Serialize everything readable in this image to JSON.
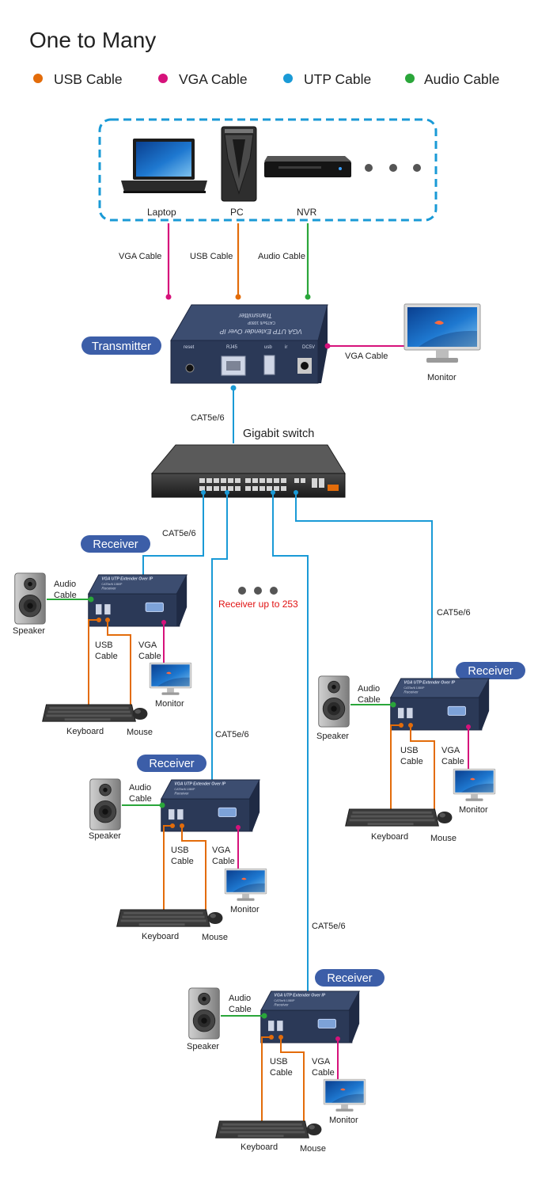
{
  "title": "One to Many",
  "colors": {
    "usb": "#e36c0a",
    "vga": "#d6127b",
    "utp": "#1a9ad6",
    "audio": "#2aa63a",
    "badge": "#3c5ea8",
    "device": "#2d3a55",
    "red_note": "#e01010"
  },
  "legend": [
    {
      "label": "USB Cable",
      "color": "#e36c0a"
    },
    {
      "label": "VGA Cable",
      "color": "#d6127b"
    },
    {
      "label": "UTP Cable",
      "color": "#1a9ad6"
    },
    {
      "label": "Audio Cable",
      "color": "#2aa63a"
    }
  ],
  "sources": {
    "laptop": "Laptop",
    "pc": "PC",
    "nvr": "NVR"
  },
  "source_cables": {
    "vga": "VGA Cable",
    "usb": "USB Cable",
    "audio": "Audio Cable"
  },
  "transmitter": {
    "badge": "Transmitter",
    "title": "VGA UTP Extender Over IP",
    "subtitle": "Transmitter",
    "model": "CAT5e/6 1080P",
    "ports": {
      "reset": "reset",
      "rj45": "RJ45",
      "usb": "usb",
      "ir": "ir",
      "dc": "DC5V"
    },
    "monitor_cable": "VGA Cable",
    "monitor": "Monitor"
  },
  "switch": {
    "label": "Gigabit switch",
    "uplink": "CAT5e/6"
  },
  "note": "Receiver up to 253",
  "receivers": [
    {
      "badge": "Receiver",
      "cat": "CAT5e/6",
      "title": "VGA UTP Extender Over IP",
      "subtitle": "Receiver",
      "audio_cable": "Audio Cable",
      "usb_cable": "USB Cable",
      "vga_cable": "VGA Cable",
      "speaker": "Speaker",
      "keyboard": "Keyboard",
      "mouse": "Mouse",
      "monitor": "Monitor"
    },
    {
      "badge": "Receiver",
      "cat": "CAT5e/6",
      "title": "VGA UTP Extender Over IP",
      "subtitle": "Receiver",
      "audio_cable": "Audio Cable",
      "usb_cable": "USB Cable",
      "vga_cable": "VGA Cable",
      "speaker": "Speaker",
      "keyboard": "Keyboard",
      "mouse": "Mouse",
      "monitor": "Monitor"
    },
    {
      "badge": "Receiver",
      "cat": "CAT5e/6",
      "title": "VGA UTP Extender Over IP",
      "subtitle": "Receiver",
      "audio_cable": "Audio Cable",
      "usb_cable": "USB Cable",
      "vga_cable": "VGA Cable",
      "speaker": "Speaker",
      "keyboard": "Keyboard",
      "mouse": "Mouse",
      "monitor": "Monitor"
    },
    {
      "badge": "Receiver",
      "cat": "CAT5e/6",
      "title": "VGA UTP Extender Over IP",
      "subtitle": "Receiver",
      "audio_cable": "Audio Cable",
      "usb_cable": "USB Cable",
      "vga_cable": "VGA Cable",
      "speaker": "Speaker",
      "keyboard": "Keyboard",
      "mouse": "Mouse",
      "monitor": "Monitor"
    }
  ]
}
